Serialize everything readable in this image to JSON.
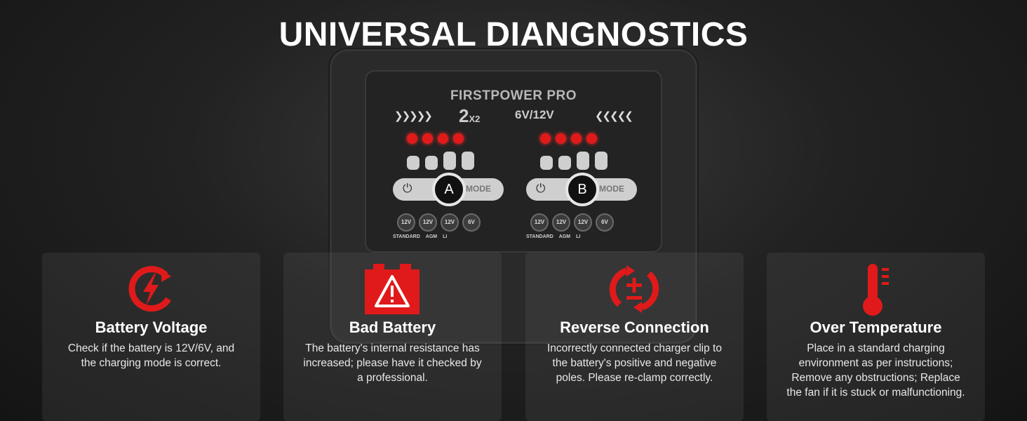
{
  "title": "UNIVERSAL DIANGNOSTICS",
  "device": {
    "brand": "FIRSTPOWER PRO",
    "model_num": "2",
    "model_sub": "X2",
    "voltage": "6V/12V",
    "chevrons_left": "❯❯❯❯❯",
    "chevrons_right": "❮❮❮❮❮",
    "channels": [
      {
        "knob": "A",
        "mode": "MODE",
        "batteries": [
          "12V",
          "12V",
          "12V",
          "6V"
        ],
        "labels": [
          "STANDARD",
          "AGM",
          "LI"
        ]
      },
      {
        "knob": "B",
        "mode": "MODE",
        "batteries": [
          "12V",
          "12V",
          "12V",
          "6V"
        ],
        "labels": [
          "STANDARD",
          "AGM",
          "LI"
        ]
      }
    ]
  },
  "accent_color": "#e01a1a",
  "cards": [
    {
      "icon": "battery-voltage-icon",
      "title": "Battery Voltage",
      "description": "Check if the battery is 12V/6V, and the charging mode is correct."
    },
    {
      "icon": "bad-battery-icon",
      "title": "Bad Battery",
      "description": "The battery's internal resistance has increased; please have it checked by a professional."
    },
    {
      "icon": "reverse-connection-icon",
      "title": "Reverse Connection",
      "description": "Incorrectly connected charger clip to the battery's positive and negative poles. Please re-clamp correctly."
    },
    {
      "icon": "thermometer-icon",
      "title": "Over Temperature",
      "description": "Place in a standard charging environment as per instructions; Remove any obstructions; Replace the fan if it is stuck or malfunctioning."
    }
  ]
}
